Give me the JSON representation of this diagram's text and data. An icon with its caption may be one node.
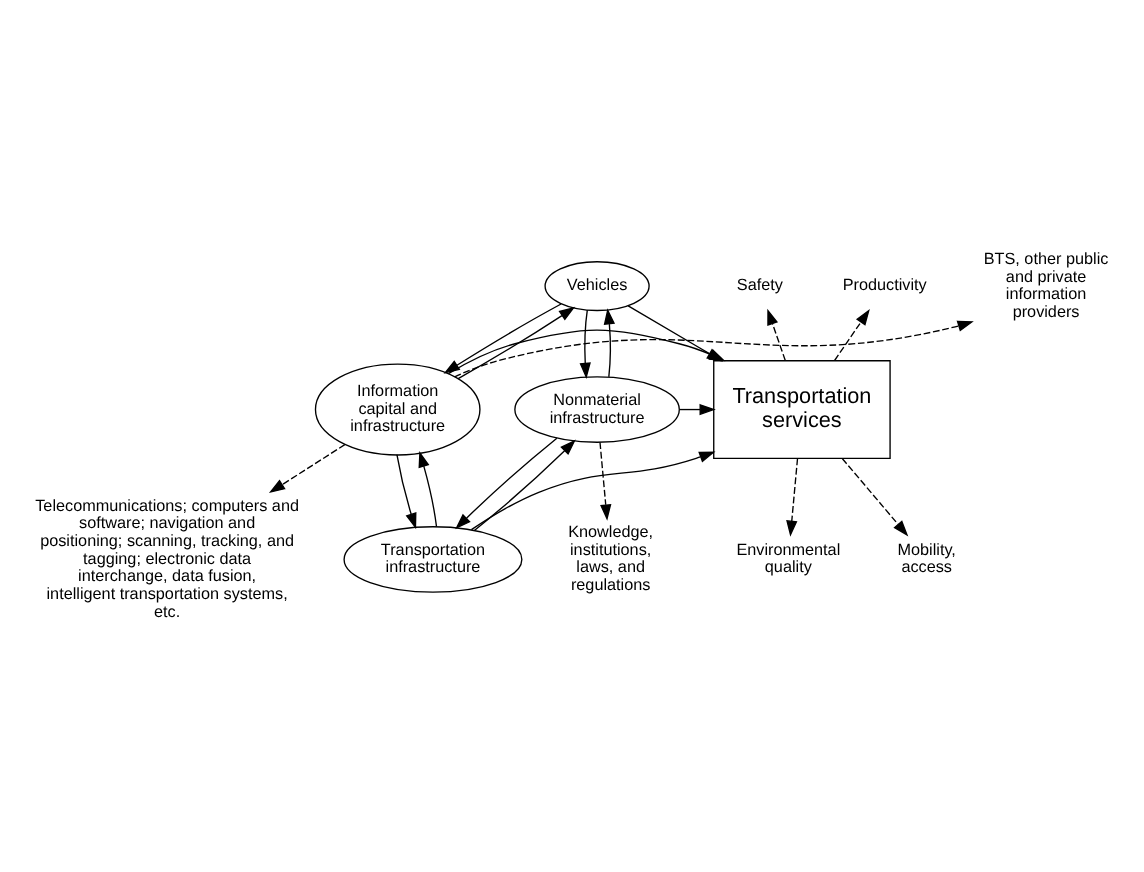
{
  "diagram": {
    "nodes": [
      {
        "text": [
          "Vehicles"
        ]
      },
      {
        "text": [
          "Information capital and infrastructure"
        ]
      },
      {
        "text": [
          "Transportation services"
        ]
      },
      {
        "text": [
          "Nonmaterial infrastructure"
        ]
      },
      {
        "text": [
          "Transportation infrastructure"
        ]
      },
      {
        "text": [
          "Safety"
        ]
      },
      {
        "text": [
          "Productivity"
        ]
      },
      {
        "text": [
          "Mobility, access"
        ]
      },
      {
        "text": [
          "Environmental quality"
        ]
      },
      {
        "text": [
          "BTS, other public and private information providers"
        ]
      },
      {
        "text": [
          "Telecommunications; computers and software; navigation and positioning; scanning, tracking, and tagging; electronic data interchange, data fusion, intelligent transportation systems, etc."
        ]
      },
      {
        "text": [
          "Knowledge, institutions, laws, and regulations"
        ]
      }
    ],
    "edges": [
      {
        "from": 0,
        "to": 2,
        "arrow": "to"
      },
      {
        "from": 4,
        "to": 2,
        "arrow": "to"
      },
      {
        "from": 1,
        "to": 2,
        "arrow": "to"
      },
      {
        "from": 3,
        "to": 2,
        "arrow": "to"
      },
      {
        "from": 0,
        "to": 1,
        "arrow": "to"
      },
      {
        "from": 1,
        "to": 0,
        "arrow": "to"
      },
      {
        "from": 3,
        "to": 0,
        "arrow": "to"
      },
      {
        "from": 0,
        "to": 3,
        "arrow": "to"
      },
      {
        "from": 1,
        "to": 4,
        "arrow": "to"
      },
      {
        "from": 4,
        "to": 1,
        "arrow": "to"
      },
      {
        "from": 4,
        "to": 3,
        "arrow": "to"
      },
      {
        "from": 3,
        "to": 4,
        "arrow": "to"
      },
      {
        "from": 2,
        "to": 5,
        "arrow": "to",
        "style": "dashed"
      },
      {
        "from": 2,
        "to": 6,
        "arrow": "to",
        "style": "dashed"
      },
      {
        "from": 2,
        "to": 7,
        "arrow": "to",
        "style": "dashed"
      },
      {
        "from": 2,
        "to": 8,
        "arrow": "to",
        "style": "dashed"
      },
      {
        "from": 1,
        "to": 9,
        "arrow": "to",
        "style": "dashed"
      },
      {
        "from": 1,
        "to": 10,
        "arrow": "to",
        "style": "dashed"
      },
      {
        "from": 3,
        "to": 11,
        "arrow": "to",
        "style": "dashed"
      }
    ]
  }
}
